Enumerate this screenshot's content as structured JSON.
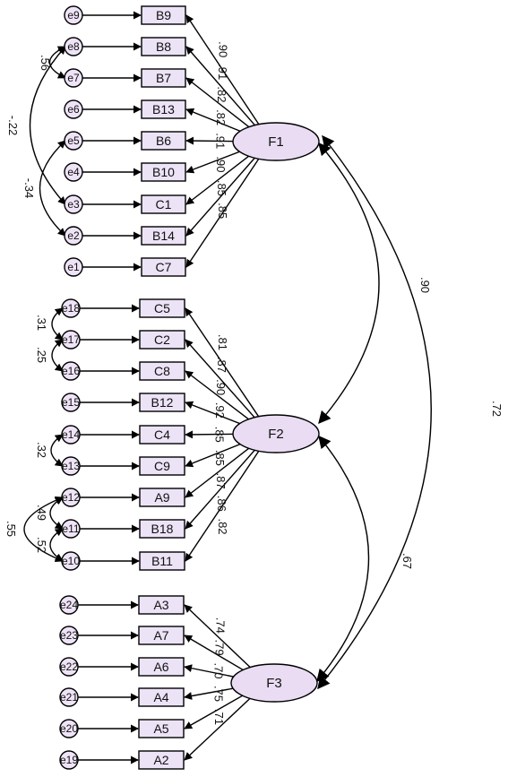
{
  "colors": {
    "box_fill": "#ece3f7",
    "ellipse_fill": "#e9dcf3",
    "error_fill": "#efe4f7",
    "stroke": "#000000"
  },
  "factors": [
    {
      "id": "F1",
      "label": "F1"
    },
    {
      "id": "F2",
      "label": "F2"
    },
    {
      "id": "F3",
      "label": "F3"
    }
  ],
  "indicators": [
    {
      "label": "B9",
      "error": "e9",
      "factor": "F1",
      "loading": ".90"
    },
    {
      "label": "B8",
      "error": "e8",
      "factor": "F1",
      "loading": ".91"
    },
    {
      "label": "B7",
      "error": "e7",
      "factor": "F1",
      "loading": ".82"
    },
    {
      "label": "B13",
      "error": "e6",
      "factor": "F1",
      "loading": ".82"
    },
    {
      "label": "B6",
      "error": "e5",
      "factor": "F1",
      "loading": ".91"
    },
    {
      "label": "B10",
      "error": "e4",
      "factor": "F1",
      "loading": ".90"
    },
    {
      "label": "C1",
      "error": "e3",
      "factor": "F1",
      "loading": ".85"
    },
    {
      "label": "B14",
      "error": "e2",
      "factor": "F1",
      "loading": ".85"
    },
    {
      "label": "C7",
      "error": "e1",
      "factor": "F1",
      "loading": ""
    },
    {
      "label": "C5",
      "error": "e18",
      "factor": "F2",
      "loading": ".81"
    },
    {
      "label": "C2",
      "error": "e17",
      "factor": "F2",
      "loading": ".87"
    },
    {
      "label": "C8",
      "error": "e16",
      "factor": "F2",
      "loading": ".90"
    },
    {
      "label": "B12",
      "error": "e15",
      "factor": "F2",
      "loading": ".92"
    },
    {
      "label": "C4",
      "error": "e14",
      "factor": "F2",
      "loading": ".85"
    },
    {
      "label": "C9",
      "error": "e13",
      "factor": "F2",
      "loading": ".85"
    },
    {
      "label": "A9",
      "error": "e12",
      "factor": "F2",
      "loading": ".87"
    },
    {
      "label": "B18",
      "error": "e11",
      "factor": "F2",
      "loading": ".86"
    },
    {
      "label": "B11",
      "error": "e10",
      "factor": "F2",
      "loading": ".82"
    },
    {
      "label": "A3",
      "error": "e24",
      "factor": "F3",
      "loading": ".74"
    },
    {
      "label": "A7",
      "error": "e23",
      "factor": "F3",
      "loading": ".79"
    },
    {
      "label": "A6",
      "error": "e22",
      "factor": "F3",
      "loading": ".70"
    },
    {
      "label": "A4",
      "error": "e21",
      "factor": "F3",
      "loading": ".75"
    },
    {
      "label": "A5",
      "error": "e20",
      "factor": "F3",
      "loading": ".71"
    },
    {
      "label": "A2",
      "error": "e19",
      "factor": "F3",
      "loading": ""
    }
  ],
  "factor_correlations": [
    {
      "from": "F1",
      "to": "F2",
      "value": ".90"
    },
    {
      "from": "F2",
      "to": "F3",
      "value": ".67"
    },
    {
      "from": "F1",
      "to": "F3",
      "value": ".72"
    }
  ],
  "error_covariances": [
    {
      "a": "e8",
      "b": "e7",
      "value": ".56"
    },
    {
      "a": "e8",
      "b": "e3",
      "value": "-.22"
    },
    {
      "a": "e5",
      "b": "e2",
      "value": "-.34"
    },
    {
      "a": "e18",
      "b": "e17",
      "value": ".31"
    },
    {
      "a": "e17",
      "b": "e16",
      "value": ".25"
    },
    {
      "a": "e14",
      "b": "e13",
      "value": ".32"
    },
    {
      "a": "e12",
      "b": "e11",
      "value": ".49"
    },
    {
      "a": "e11",
      "b": "e10",
      "value": ".52"
    },
    {
      "a": "e12",
      "b": "e10",
      "value": ".55"
    }
  ]
}
